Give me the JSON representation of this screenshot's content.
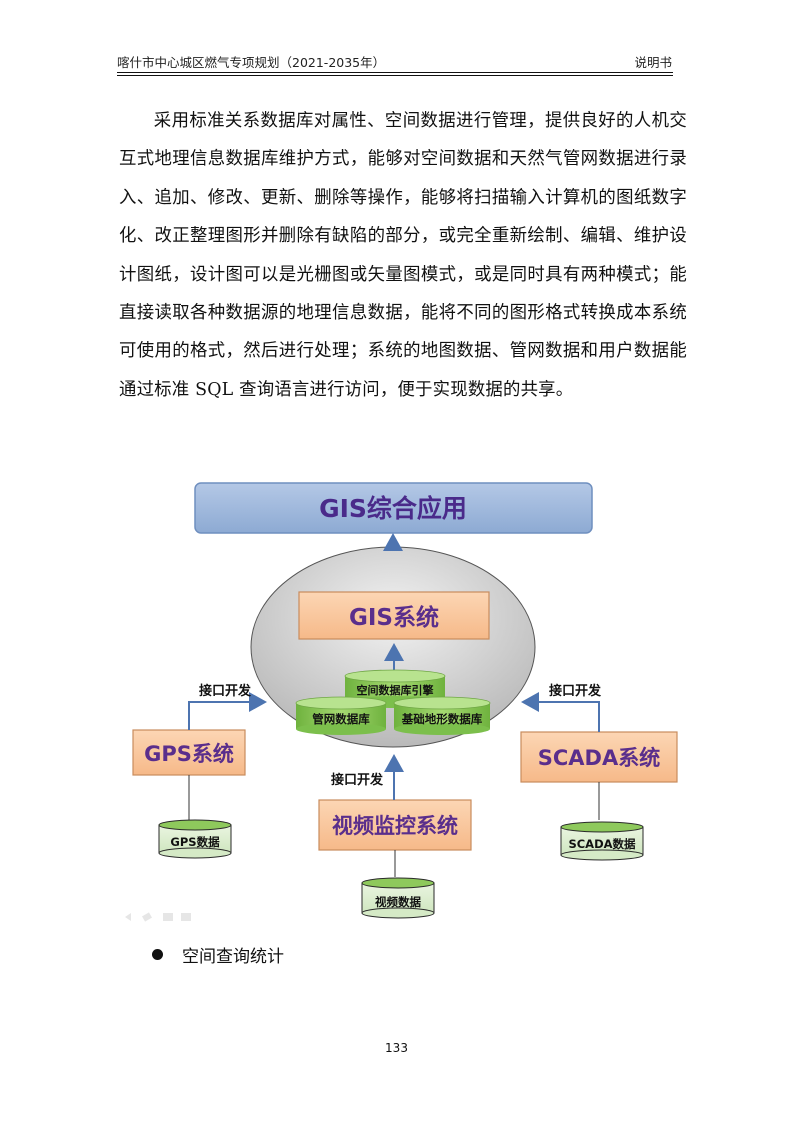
{
  "header": {
    "title": "喀什市中心城区燃气专项规划（2021-2035年）",
    "section": "说明书"
  },
  "body": {
    "paragraph": "采用标准关系数据库对属性、空间数据进行管理，提供良好的人机交互式地理信息数据库维护方式，能够对空间数据和天然气管网数据进行录入、追加、修改、更新、删除等操作，能够将扫描输入计算机的图纸数字化、改正整理图形并删除有缺陷的部分，或完全重新绘制、编辑、维护设计图纸，设计图可以是光栅图或矢量图模式，或是同时具有两种模式；能直接读取各种数据源的地理信息数据，能将不同的图形格式转换成本系统可使用的格式，然后进行处理；系统的地图数据、管网数据和用户数据能通过标准 SQL 查询语言进行访问，便于实现数据的共享。"
  },
  "diagram": {
    "gis_app": "GIS综合应用",
    "gis_system": "GIS系统",
    "spatial_engine": "空间数据库引擎",
    "pipe_db": "管网数据库",
    "base_terrain_db": "基础地形数据库",
    "gps_system": "GPS系统",
    "gps_data": "GPS数据",
    "scada_system": "SCADA系统",
    "scada_data": "SCADA数据",
    "video_system": "视频监控系统",
    "video_data": "视频数据",
    "interface_left": "接口开发",
    "interface_right": "接口开发",
    "interface_bottom": "接口开发"
  },
  "bullet": {
    "text": "空间查询统计"
  },
  "footer": {
    "page_number": "133"
  },
  "colors": {
    "top_box": "#9db7d9",
    "top_box_text": "#4a2a8a",
    "system_box": "#f9c49a",
    "system_text": "#5a2e8c",
    "db_cylinder": "#8ecb5a",
    "arrow": "#4d74b0",
    "ellipse": "#c8c8c8"
  }
}
